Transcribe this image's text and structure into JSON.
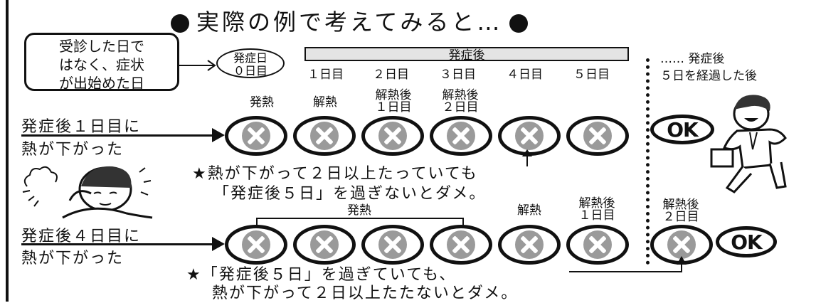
{
  "title": "実際の例で考えてみると…",
  "note_box": {
    "lines": [
      "受診した日で",
      "はなく、症状",
      "が出始めた日"
    ]
  },
  "onset_day": {
    "line1": "発症日",
    "line2": "０日目"
  },
  "after_onset_bar": "発症後",
  "days": [
    "１日目",
    "２日目",
    "３日目",
    "４日目",
    "５日目"
  ],
  "after_five": {
    "line1": "…… 発症後",
    "line2": "５日を経過した後"
  },
  "case1": {
    "label_line1": "発症後１日目に",
    "label_line2": "熱が下がった",
    "circle_labels": [
      {
        "l1": "発熱",
        "l2": ""
      },
      {
        "l1": "解熱",
        "l2": ""
      },
      {
        "l1": "解熱後",
        "l2": "１日目"
      },
      {
        "l1": "解熱後",
        "l2": "２日目"
      }
    ],
    "result": "OK",
    "note_line1": "★熱が下がって２日以上たっていても",
    "note_line2": "「発症後５日」を過ぎないとダメ。"
  },
  "case2": {
    "label_line1": "発症後４日目に",
    "label_line2": "熱が下がった",
    "fever_bracket_label": "発熱",
    "circle_labels": [
      {
        "l1": "解熱",
        "l2": ""
      },
      {
        "l1": "解熱後",
        "l2": "１日目"
      },
      {
        "l1": "解熱後",
        "l2": "２日目"
      }
    ],
    "result": "OK",
    "note_line1": "★「発症後５日」を過ぎていても、",
    "note_line2": "熱が下がって２日以上たたないとダメ。"
  },
  "icons": [
    "sick-person-icon",
    "running-person-icon",
    "cross-icon",
    "ok-badge-icon"
  ]
}
